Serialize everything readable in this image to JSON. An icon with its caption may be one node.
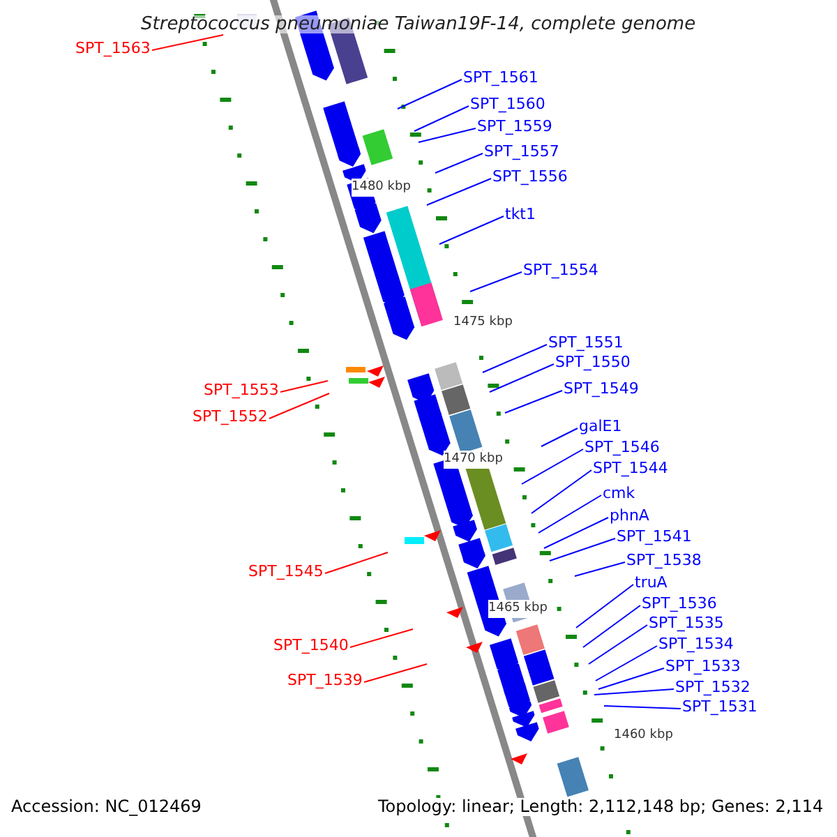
{
  "diagram": {
    "title": "Streptococcus pneumoniae Taiwan19F-14, complete genome",
    "nodes": [
      {
        "text": [
          "SPT_1563"
        ]
      },
      {
        "text": [
          "SPT_1561"
        ]
      },
      {
        "text": [
          "SPT_1560"
        ]
      },
      {
        "text": [
          "SPT_1559"
        ]
      },
      {
        "text": [
          "SPT_1557"
        ]
      },
      {
        "text": [
          "SPT_1556"
        ]
      },
      {
        "text": [
          "tkt1"
        ]
      },
      {
        "text": [
          "SPT_1554"
        ]
      },
      {
        "text": [
          "SPT_1551"
        ]
      },
      {
        "text": [
          "SPT_1550"
        ]
      },
      {
        "text": [
          "SPT_1549"
        ]
      },
      {
        "text": [
          "SPT_1553"
        ]
      },
      {
        "text": [
          "SPT_1552"
        ]
      },
      {
        "text": [
          "galE1"
        ]
      },
      {
        "text": [
          "SPT_1546"
        ]
      },
      {
        "text": [
          "SPT_1544"
        ]
      },
      {
        "text": [
          "cmk"
        ]
      },
      {
        "text": [
          "phnA"
        ]
      },
      {
        "text": [
          "SPT_1541"
        ]
      },
      {
        "text": [
          "SPT_1538"
        ]
      },
      {
        "text": [
          "SPT_1545"
        ]
      },
      {
        "text": [
          "truA"
        ]
      },
      {
        "text": [
          "SPT_1536"
        ]
      },
      {
        "text": [
          "SPT_1535"
        ]
      },
      {
        "text": [
          "SPT_1534"
        ]
      },
      {
        "text": [
          "SPT_1540"
        ]
      },
      {
        "text": [
          "SPT_1533"
        ]
      },
      {
        "text": [
          "SPT_1539"
        ]
      },
      {
        "text": [
          "SPT_1532"
        ]
      },
      {
        "text": [
          "SPT_1531"
        ]
      }
    ],
    "edges": [
      {
        "from": 0,
        "to": null,
        "arrow": "none",
        "color": "#ff0000"
      },
      {
        "from": 1,
        "to": null,
        "arrow": "none"
      },
      {
        "from": 2,
        "to": null,
        "arrow": "none"
      },
      {
        "from": 3,
        "to": null,
        "arrow": "none"
      },
      {
        "from": 4,
        "to": null,
        "arrow": "none"
      },
      {
        "from": 5,
        "to": null,
        "arrow": "none"
      },
      {
        "from": 6,
        "to": null,
        "arrow": "none"
      },
      {
        "from": 7,
        "to": null,
        "arrow": "none"
      },
      {
        "from": 8,
        "to": null,
        "arrow": "none"
      },
      {
        "from": 9,
        "to": null,
        "arrow": "none"
      },
      {
        "from": 10,
        "to": null,
        "arrow": "none"
      },
      {
        "from": 11,
        "to": null,
        "arrow": "none",
        "color": "#ff0000"
      },
      {
        "from": 12,
        "to": null,
        "arrow": "none",
        "color": "#ff0000"
      },
      {
        "from": 13,
        "to": null,
        "arrow": "none"
      },
      {
        "from": 14,
        "to": null,
        "arrow": "none"
      },
      {
        "from": 15,
        "to": null,
        "arrow": "none"
      },
      {
        "from": 16,
        "to": null,
        "arrow": "none"
      },
      {
        "from": 17,
        "to": null,
        "arrow": "none"
      },
      {
        "from": 18,
        "to": null,
        "arrow": "none"
      },
      {
        "from": 19,
        "to": null,
        "arrow": "none"
      },
      {
        "from": 20,
        "to": null,
        "arrow": "none",
        "color": "#ff0000"
      },
      {
        "from": 21,
        "to": null,
        "arrow": "none"
      },
      {
        "from": 22,
        "to": null,
        "arrow": "none"
      },
      {
        "from": 23,
        "to": null,
        "arrow": "none"
      },
      {
        "from": 24,
        "to": null,
        "arrow": "none"
      },
      {
        "from": 25,
        "to": null,
        "arrow": "none",
        "color": "#ff0000"
      },
      {
        "from": 26,
        "to": null,
        "arrow": "none"
      },
      {
        "from": 27,
        "to": null,
        "arrow": "none",
        "color": "#ff0000"
      },
      {
        "from": 28,
        "to": null,
        "arrow": "none"
      },
      {
        "from": 29,
        "to": null,
        "arrow": "none"
      }
    ],
    "labels": [
      "1480 kbp",
      "1475 kbp",
      "1470 kbp",
      "1465 kbp",
      "1460 kbp",
      "Accession: NC_012469",
      "Topology: linear; Length: 2,112,148 bp; Genes: 2,114"
    ]
  }
}
